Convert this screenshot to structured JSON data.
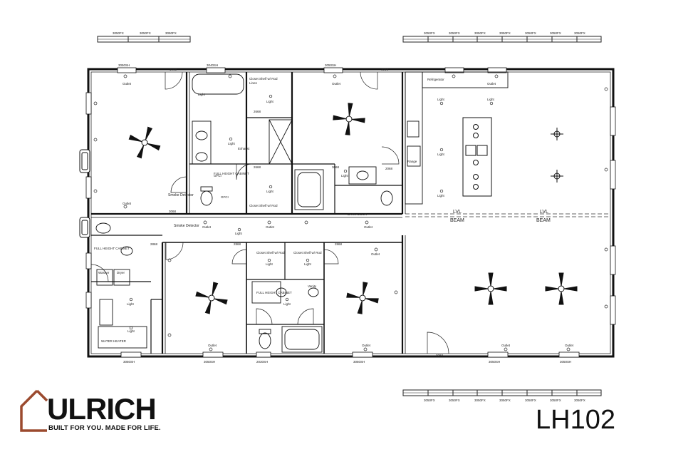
{
  "brand": {
    "name": "ULRICH",
    "tagline": "BUILT FOR YOU. MADE FOR LIFE.",
    "accent_color": "#9b4a2e"
  },
  "model_number": "LH102",
  "beams": [
    "LVL",
    "BEAM",
    "LVL",
    "BEAM"
  ],
  "labels": {
    "outlet": "Outlet",
    "light": "Light",
    "gfci": "GFCI",
    "exhaust": "Exhaust",
    "smoke": "Smoke Detector",
    "full_height_cabinet": "FULL HEIGHT CABINET",
    "closet_shelf": "Closet Shelf w/ Rod",
    "linen": "Linen",
    "barn_door": "BARN DOOR",
    "washer": "Washer",
    "dryer": "Dryer",
    "water_heater": "WATER HEATER",
    "vanity": "Vanity",
    "range": "Range",
    "refrigerator": "Refrigerator"
  },
  "dims": {
    "door_30": "3068",
    "door_28": "2868",
    "door_26": "2668",
    "door_20": "2068",
    "window_3050": "3050SH",
    "window_3040": "3040SH",
    "window_3050fx": "3050FX",
    "window_2030": "2030SH"
  }
}
